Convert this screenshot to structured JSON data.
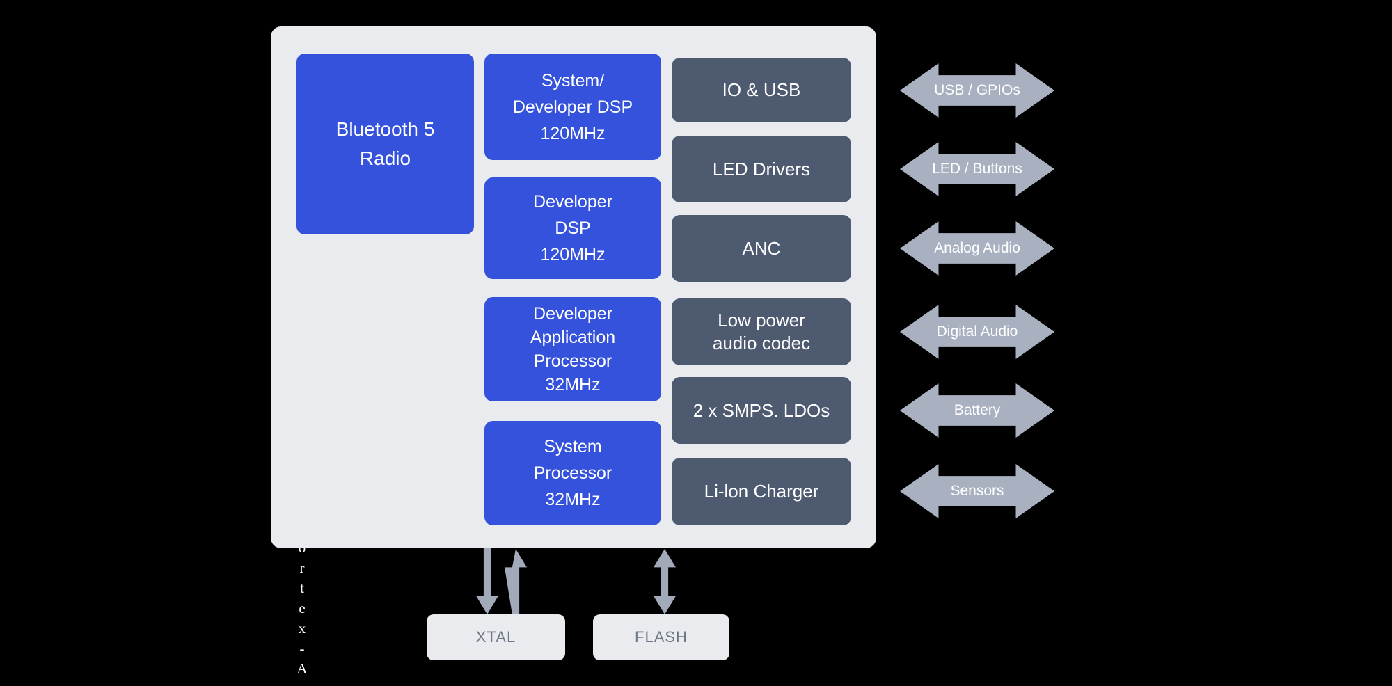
{
  "colors": {
    "background": "#000000",
    "panel": "#e9ebee",
    "processor_blue": "#3452dc",
    "peripheral_slate": "#4d5a70",
    "io_arrow_gray": "#a9b1c1",
    "bottom_arrow_gray": "#a2aaba",
    "memory_label_gray": "#6e7787",
    "block_text": "#ffffff"
  },
  "radio_block": {
    "lines": [
      "Bluetooth 5",
      "Radio"
    ]
  },
  "processor_blocks": [
    {
      "lines": [
        "System/",
        "Developer DSP",
        "120MHz"
      ]
    },
    {
      "lines": [
        "Developer",
        "DSP",
        "120MHz"
      ]
    },
    {
      "lines": [
        "Developer",
        "Application",
        "Processor",
        "32MHz"
      ]
    },
    {
      "lines": [
        "System",
        "Processor",
        "32MHz"
      ]
    }
  ],
  "peripheral_blocks": [
    {
      "lines": [
        "IO & USB"
      ]
    },
    {
      "lines": [
        "LED Drivers"
      ]
    },
    {
      "lines": [
        "ANC"
      ]
    },
    {
      "lines": [
        "Low power",
        "audio codec"
      ]
    },
    {
      "lines": [
        "2 x SMPS. LDOs"
      ]
    },
    {
      "lines": [
        "Li-lon Charger"
      ]
    }
  ],
  "io_arrows": [
    {
      "label": "USB / GPIOs"
    },
    {
      "label": "LED / Buttons"
    },
    {
      "label": "Analog Audio"
    },
    {
      "label": "Digital Audio"
    },
    {
      "label": "Battery"
    },
    {
      "label": "Sensors"
    }
  ],
  "bottom_blocks": [
    {
      "label": "XTAL"
    },
    {
      "label": "FLASH"
    }
  ],
  "vertical_text": {
    "visible": "ortex-A",
    "letters": [
      "o",
      "r",
      "t",
      "e",
      "x",
      "-",
      "A"
    ]
  }
}
